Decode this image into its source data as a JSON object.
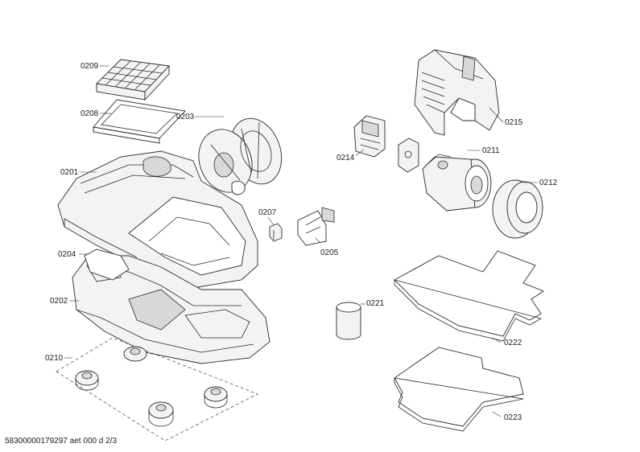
{
  "labels": {
    "p0209": "0209",
    "p0208": "0208",
    "p0203": "0203",
    "p0201": "0201",
    "p0204": "0204",
    "p0202": "0202",
    "p0210": "0210",
    "p0207": "0207",
    "p0205": "0205",
    "p0214": "0214",
    "p0215": "0215",
    "p0211": "0211",
    "p0212": "0212",
    "p0221": "0221",
    "p0222": "0222",
    "p0223": "0223"
  },
  "footer": {
    "doc_id": "58300000179297 aet 000 d 2/3"
  }
}
